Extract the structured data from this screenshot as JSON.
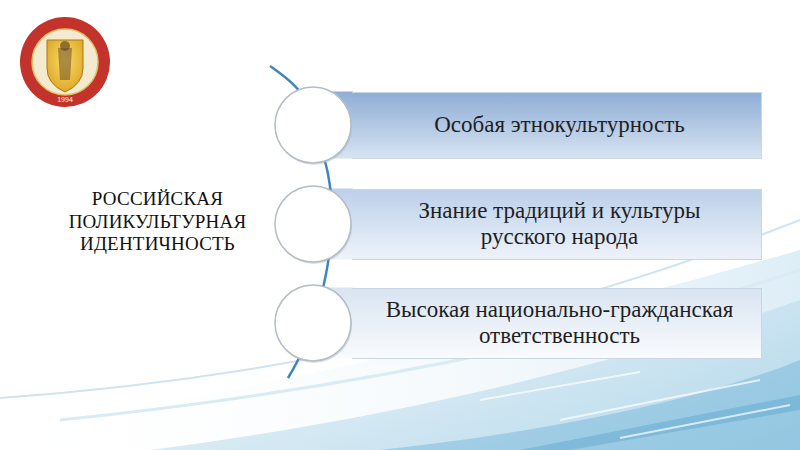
{
  "diagram": {
    "title": "РОССИЙСКАЯ ПОЛИКУЛЬТУРНАЯ ИДЕНТИЧНОСТЬ",
    "nodes": [
      {
        "text": [
          "Особая этнокультурность"
        ]
      },
      {
        "text": [
          "Знание традиций и культуры русского народа"
        ]
      },
      {
        "text": [
          "Высокая национально-гражданская ответственность"
        ]
      }
    ],
    "labels": [
      "1994"
    ]
  }
}
